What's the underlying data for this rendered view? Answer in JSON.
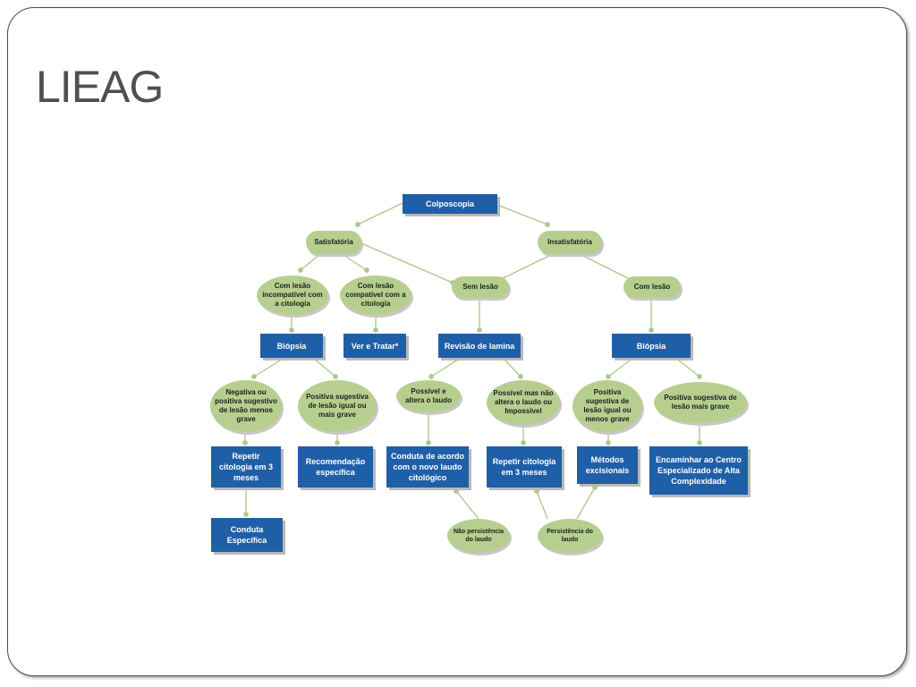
{
  "slide": {
    "title": "LIEAG"
  },
  "diagram": {
    "colors": {
      "box": "#1f5fa8",
      "oval": "#b6cf8f",
      "connector": "#a9c98a"
    },
    "nodes": {
      "colposcopia": "Colposcopia",
      "satisfatoria": "Satisfatória",
      "insatisfatoria": "Insatisfatória",
      "com_lesao_incompativel": "Com lesão incompatível com a citologia",
      "com_lesao_compativel": "Com lesão compatível com a citologia",
      "sem_lesao": "Sem lesão",
      "com_lesao": "Com lesão",
      "biopsia_left": "Biópsia",
      "ver_e_tratar": "Ver e Tratar*",
      "revisao_de_lamina": "Revisão de lamina",
      "biopsia_right": "Biópsia",
      "negativa_ou_positiva": "Negativa ou positiva sugestivo de lesão menos grave",
      "positiva_igual_ou_mais_grave": "Positiva sugestiva de lesão igual ou mais grave",
      "possivel_altera": "Possível e altera o laudo",
      "possivel_nao_altera": "Possível mas não altera o laudo ou Impossível",
      "positiva_igual_ou_menos_grave": "Positiva sugestiva de lesão igual ou menos grave",
      "positiva_mais_grave": "Positiva sugestiva de lesão mais grave",
      "repetir_citologia_left": "Repetir citologia em 3 meses",
      "recomendacao_especifica": "Recomendação específica",
      "conduta_novo_laudo": "Conduta de acordo com o novo laudo citológico",
      "repetir_citologia_mid": "Repetir citologia em 3 meses",
      "metodos_excisionais": "Métodos excisionais",
      "encaminhar_centro": "Encaminhar ao Centro Especializado de Alta Complexidade",
      "conduta_especifica": "Conduta Específica",
      "nao_persistencia": "Não persistência do laudo",
      "persistencia": "Persistência do laudo"
    }
  }
}
